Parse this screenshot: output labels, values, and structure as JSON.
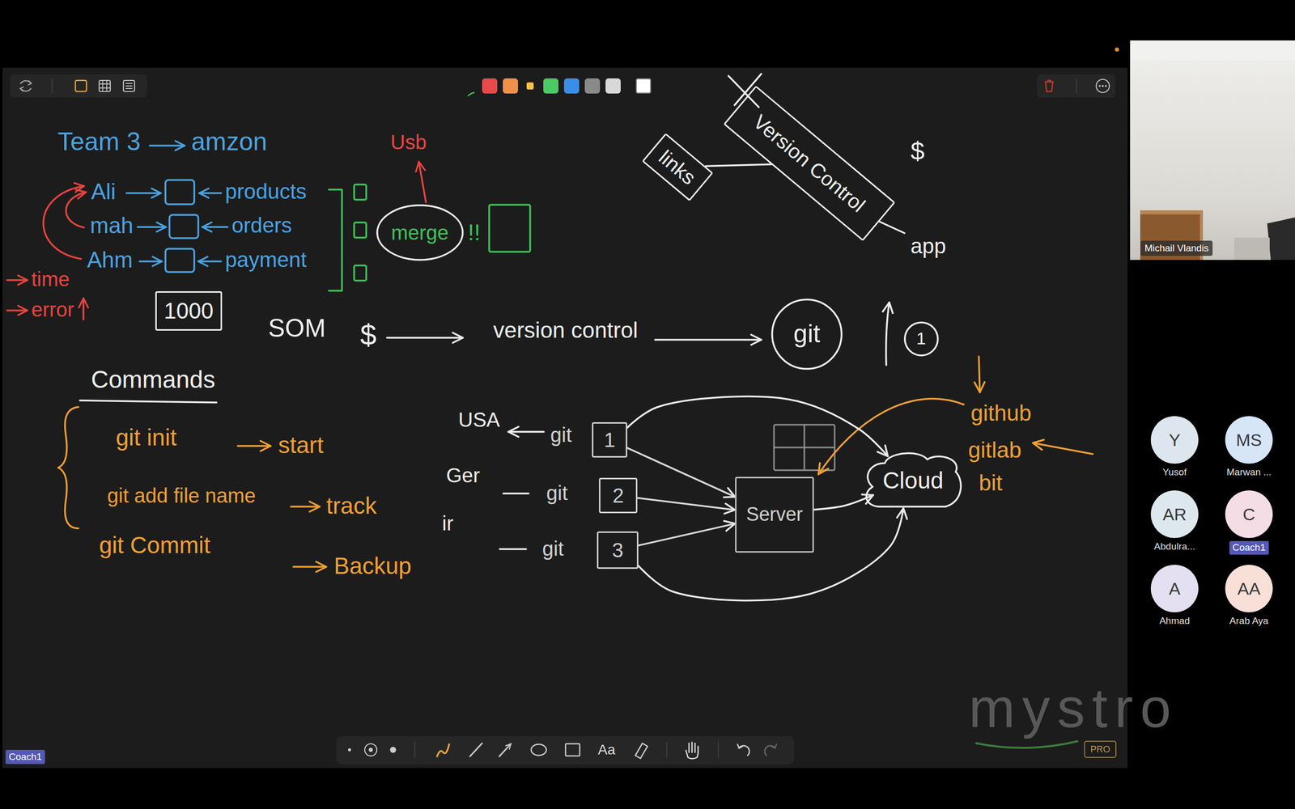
{
  "diagram": {
    "nodes": [
      {
        "text": [
          "merge"
        ]
      },
      {
        "text": [
          "links"
        ]
      },
      {
        "text": [
          "Version Control"
        ]
      },
      {
        "text": [
          "1000"
        ]
      },
      {
        "text": [
          "git"
        ]
      },
      {
        "text": [
          "1"
        ]
      },
      {
        "text": [
          "1"
        ]
      },
      {
        "text": [
          "2"
        ]
      },
      {
        "text": [
          "3"
        ]
      },
      {
        "text": [
          "Server"
        ]
      },
      {
        "text": [
          "Cloud"
        ]
      },
      {
        "text": [
          "Michail Vlandis"
        ]
      },
      {
        "text": [
          "Y",
          "Yusof"
        ]
      },
      {
        "text": [
          "MS",
          "Marwan ..."
        ]
      },
      {
        "text": [
          "AR",
          "Abdulra..."
        ]
      },
      {
        "text": [
          "C",
          "Coach1"
        ]
      },
      {
        "text": [
          "A",
          "Ahmad"
        ]
      },
      {
        "text": [
          "AA",
          "Arab Aya"
        ]
      },
      {
        "text": [
          "Coach1"
        ]
      },
      {
        "text": [
          "PRO"
        ]
      }
    ],
    "edges": [
      {
        "from": 1,
        "to": 2,
        "arrow": "none"
      },
      {
        "from": 6,
        "to": 9,
        "arrow": "to"
      },
      {
        "from": 7,
        "to": 9,
        "arrow": "to"
      },
      {
        "from": 8,
        "to": 9,
        "arrow": "to"
      },
      {
        "from": 9,
        "to": 10,
        "arrow": "to"
      },
      {
        "from": 6,
        "to": 10,
        "arrow": "to"
      },
      {
        "from": 8,
        "to": 10,
        "arrow": "to"
      }
    ],
    "labels": [
      "Team 3",
      "amzon",
      "Ali",
      "products",
      "mah",
      "orders",
      "Ahm",
      "payment",
      "time",
      "error",
      "Usb",
      "!!",
      "SOM",
      "$",
      "version control",
      "$",
      "app",
      "Commands",
      "git init",
      "start",
      "git add file name",
      "track",
      "git Commit",
      "Backup",
      "USA",
      "git",
      "Ger",
      "git",
      "ir",
      "git",
      "github",
      "gitlab",
      "bit",
      "Aa",
      "mystro"
    ]
  }
}
